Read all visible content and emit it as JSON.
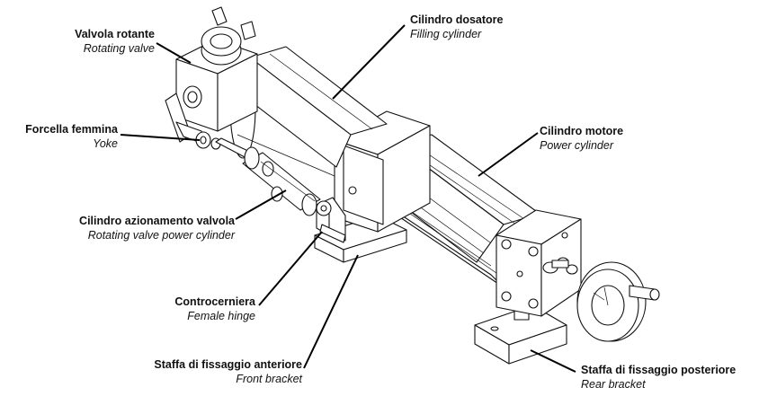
{
  "labels": {
    "rotating_valve": {
      "it": "Valvola rotante",
      "en": "Rotating valve"
    },
    "filling_cylinder": {
      "it": "Cilindro dosatore",
      "en": "Filling cylinder"
    },
    "yoke": {
      "it": "Forcella femmina",
      "en": "Yoke"
    },
    "power_cylinder": {
      "it": "Cilindro motore",
      "en": "Power cylinder"
    },
    "valve_power_cylinder": {
      "it": "Cilindro azionamento valvola",
      "en": "Rotating valve power cylinder"
    },
    "female_hinge": {
      "it": "Controcerniera",
      "en": "Female hinge"
    },
    "front_bracket": {
      "it": "Staffa di fissaggio anteriore",
      "en": "Front bracket"
    },
    "rear_bracket": {
      "it": "Staffa di fissaggio posteriore",
      "en": "Rear bracket"
    }
  }
}
